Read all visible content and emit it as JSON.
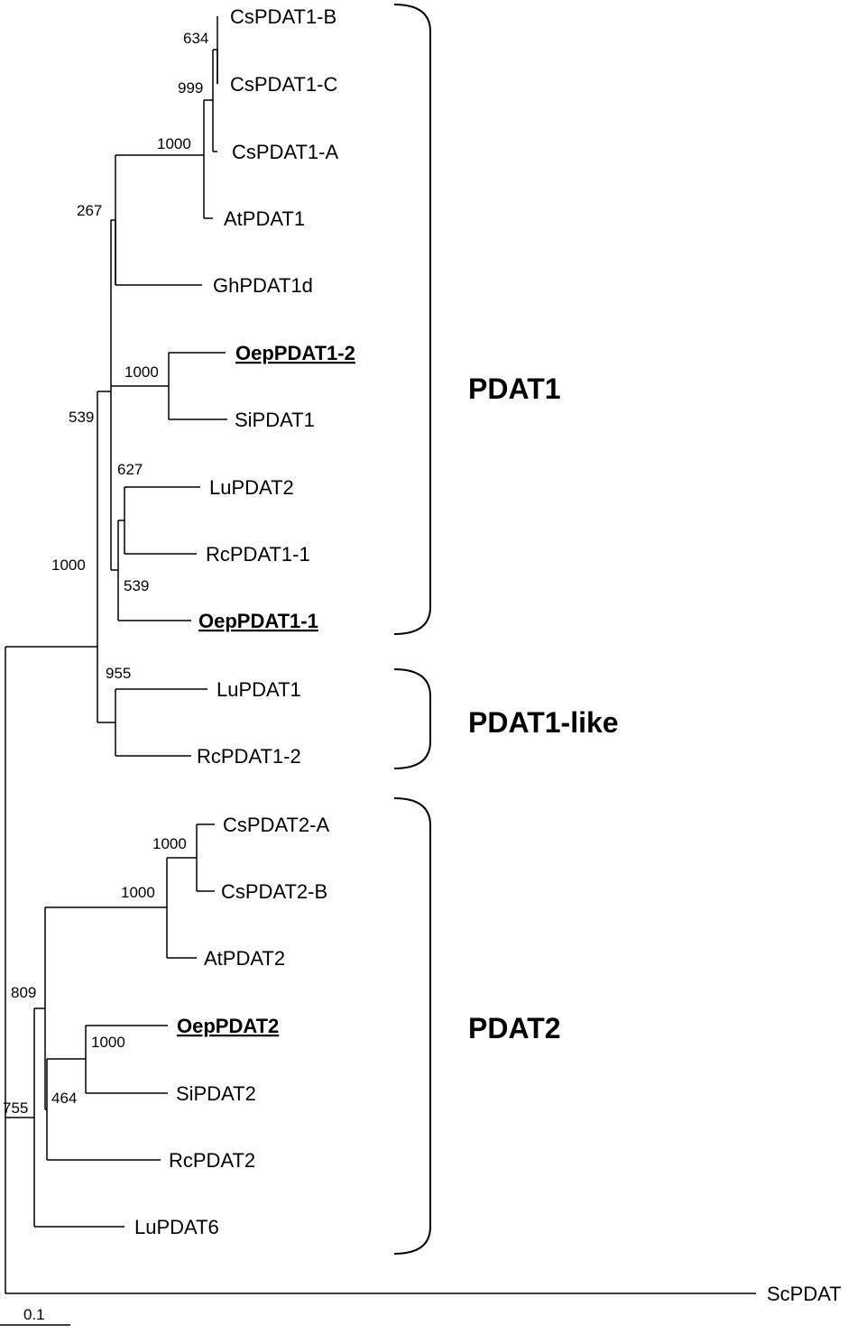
{
  "leaves": [
    {
      "id": "CsPDAT1-B",
      "label": "CsPDAT1-B",
      "highlight": false
    },
    {
      "id": "CsPDAT1-C",
      "label": "CsPDAT1-C",
      "highlight": false
    },
    {
      "id": "CsPDAT1-A",
      "label": "CsPDAT1-A",
      "highlight": false
    },
    {
      "id": "AtPDAT1",
      "label": "AtPDAT1",
      "highlight": false
    },
    {
      "id": "GhPDAT1d",
      "label": "GhPDAT1d",
      "highlight": false
    },
    {
      "id": "OepPDAT1-2",
      "label": "OepPDAT1-2",
      "highlight": true
    },
    {
      "id": "SiPDAT1",
      "label": "SiPDAT1",
      "highlight": false
    },
    {
      "id": "LuPDAT2",
      "label": "LuPDAT2",
      "highlight": false
    },
    {
      "id": "RcPDAT1-1",
      "label": "RcPDAT1-1",
      "highlight": false
    },
    {
      "id": "OepPDAT1-1",
      "label": "OepPDAT1-1",
      "highlight": true
    },
    {
      "id": "LuPDAT1",
      "label": "LuPDAT1",
      "highlight": false
    },
    {
      "id": "RcPDAT1-2",
      "label": "RcPDAT1-2",
      "highlight": false
    },
    {
      "id": "CsPDAT2-A",
      "label": "CsPDAT2-A",
      "highlight": false
    },
    {
      "id": "CsPDAT2-B",
      "label": "CsPDAT2-B",
      "highlight": false
    },
    {
      "id": "AtPDAT2",
      "label": "AtPDAT2",
      "highlight": false
    },
    {
      "id": "OepPDAT2",
      "label": "OepPDAT2",
      "highlight": true
    },
    {
      "id": "SiPDAT2",
      "label": "SiPDAT2",
      "highlight": false
    },
    {
      "id": "RcPDAT2",
      "label": "RcPDAT2",
      "highlight": false
    },
    {
      "id": "LuPDAT6",
      "label": "LuPDAT6",
      "highlight": false
    },
    {
      "id": "ScPDAT",
      "label": "ScPDAT",
      "highlight": false
    }
  ],
  "bootstrap": [
    {
      "id": "n-csbc",
      "value": "634"
    },
    {
      "id": "n-cs1",
      "value": "999"
    },
    {
      "id": "n-cs1at",
      "value": "1000"
    },
    {
      "id": "n-cs1atgh",
      "value": "267"
    },
    {
      "id": "n-oep12si",
      "value": "1000"
    },
    {
      "id": "n-pdat1",
      "value": "539"
    },
    {
      "id": "n-lurc",
      "value": "627"
    },
    {
      "id": "n-lurcoep",
      "value": "539"
    },
    {
      "id": "n-pdat1like",
      "value": "955"
    },
    {
      "id": "n-pdat1all",
      "value": "1000"
    },
    {
      "id": "n-cs2",
      "value": "1000"
    },
    {
      "id": "n-cs2at",
      "value": "1000"
    },
    {
      "id": "n-oep2si",
      "value": "1000"
    },
    {
      "id": "n-oep2sirc",
      "value": "464"
    },
    {
      "id": "n-pdat2core",
      "value": "809"
    },
    {
      "id": "n-pdat2",
      "value": "755"
    }
  ],
  "clades": [
    {
      "id": "pdat1",
      "label": "PDAT1"
    },
    {
      "id": "pdat1-like",
      "label": "PDAT1-like"
    },
    {
      "id": "pdat2",
      "label": "PDAT2"
    }
  ],
  "scale_bar": {
    "label": "0.1"
  }
}
